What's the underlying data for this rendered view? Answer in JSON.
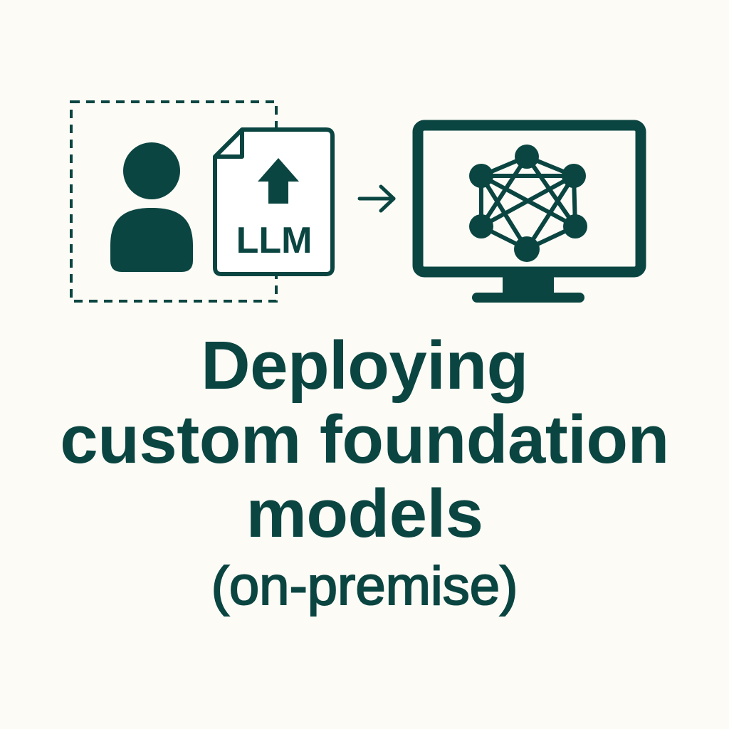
{
  "colors": {
    "background": "#fcfbf6",
    "primary": "#0b4541",
    "document_fill": "#ffffff"
  },
  "icons": {
    "user": "person-icon",
    "document": "file-upload-icon",
    "arrow": "arrow-right-icon",
    "monitor": "monitor-icon",
    "network": "neural-network-icon"
  },
  "document": {
    "label": "LLM"
  },
  "title": {
    "lines": [
      "Deploying",
      "custom foundation",
      "models"
    ],
    "subtitle": "(on-premise)"
  }
}
